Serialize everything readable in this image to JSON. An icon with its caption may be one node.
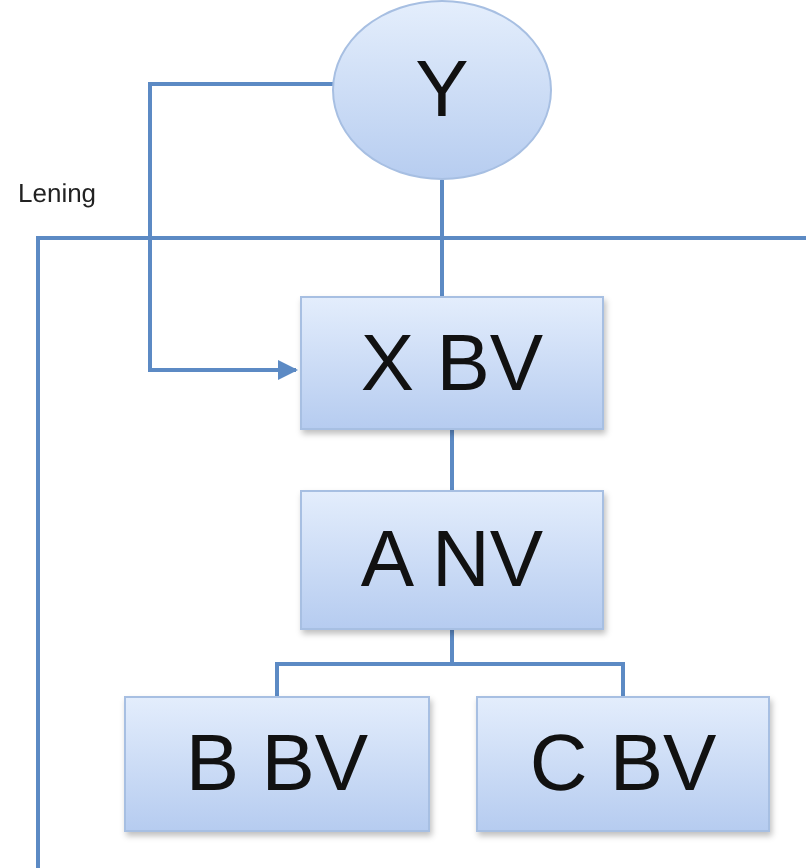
{
  "diagram": {
    "nodes": [
      {
        "text": [
          "Y"
        ]
      },
      {
        "text": [],
        "shape": "box"
      },
      {
        "text": [
          "X BV"
        ],
        "in": 1
      },
      {
        "text": [
          "A NV"
        ],
        "in": 1
      },
      {
        "text": [
          "B BV"
        ],
        "in": 1
      },
      {
        "text": [
          "C BV"
        ],
        "in": 1
      }
    ],
    "edges": [
      {
        "from": 0,
        "to": 2,
        "arrow": "to",
        "label": "Lening"
      },
      {
        "from": 0,
        "to": 2,
        "arrow": "none"
      },
      {
        "from": 2,
        "to": 3,
        "arrow": "none"
      },
      {
        "from": 3,
        "to": 4,
        "arrow": "none"
      },
      {
        "from": 3,
        "to": 5,
        "arrow": "none"
      }
    ]
  }
}
